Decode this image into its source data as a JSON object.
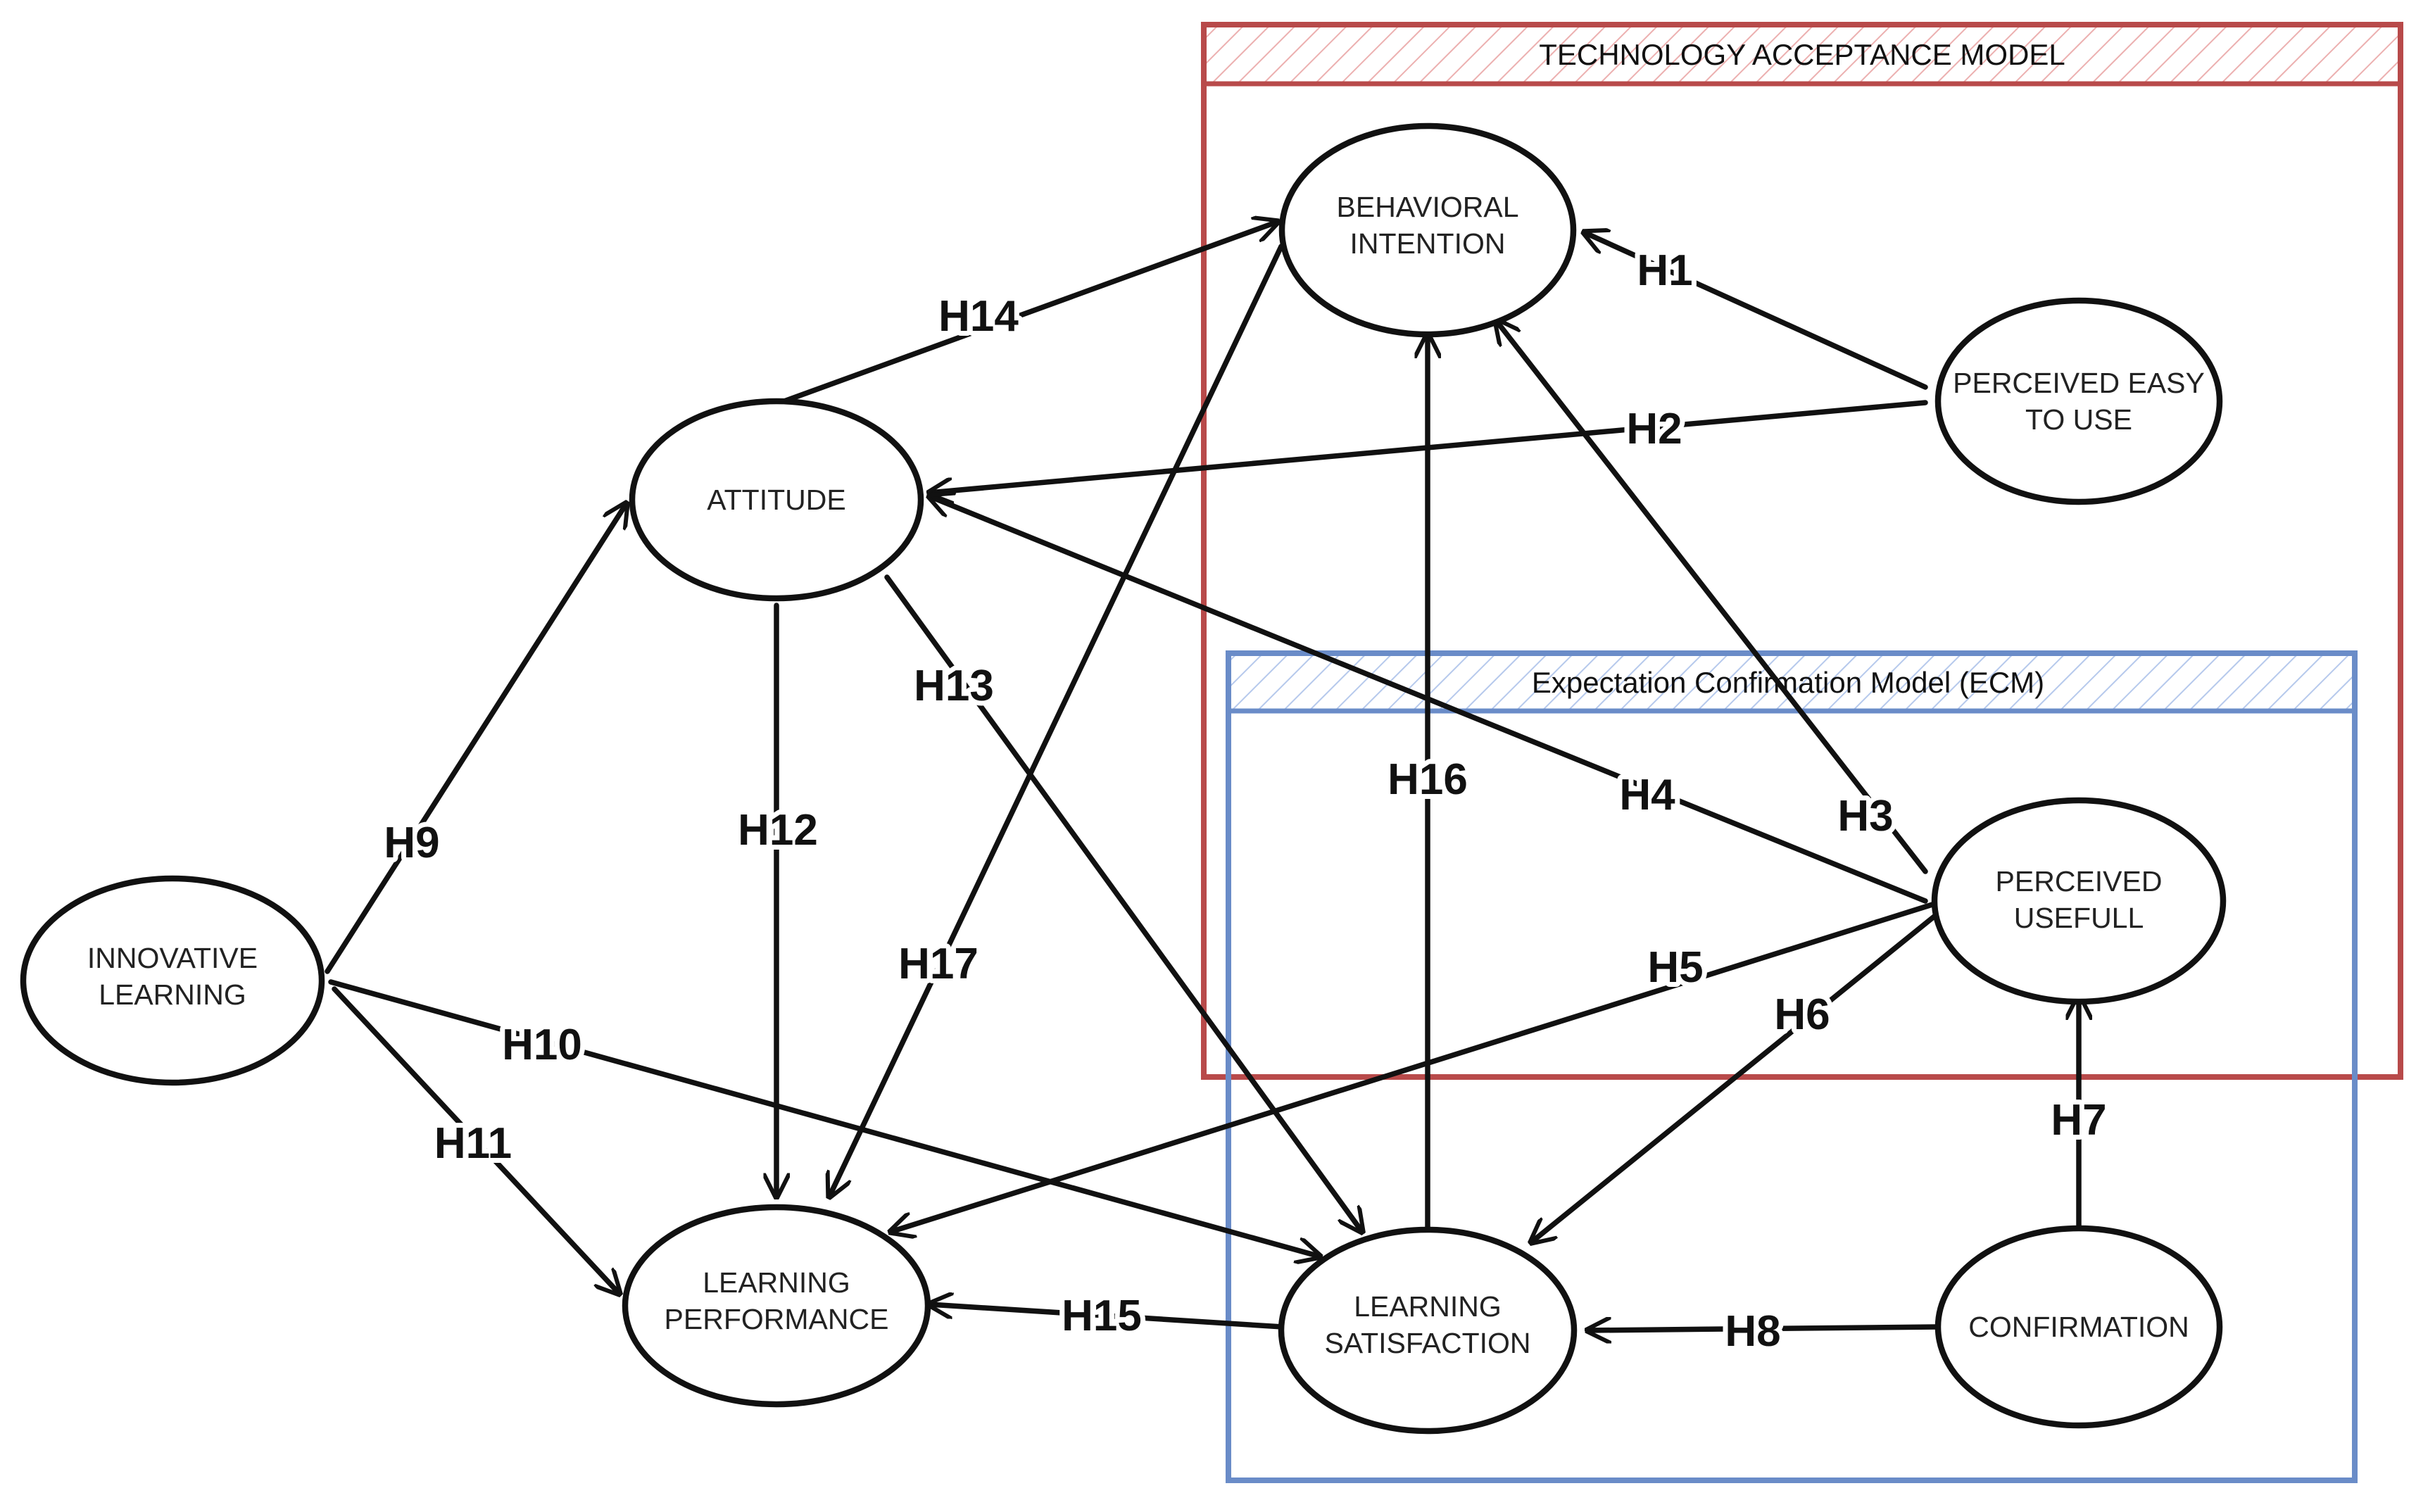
{
  "colors": {
    "tam_border": "#b84a4a",
    "tam_hatch": "#ecb0b0",
    "ecm_border": "#6a8cc8",
    "ecm_hatch": "#b6c9ec",
    "stroke": "#111111",
    "node_fill": "#ffffff"
  },
  "groups": {
    "tam": {
      "title": "TECHNOLOGY ACCEPTANCE MODEL"
    },
    "ecm": {
      "title": "Expectation Confirmation Model (ECM)"
    }
  },
  "nodes": {
    "behavioral_intention": {
      "lines": [
        "BEHAVIORAL",
        "INTENTION"
      ]
    },
    "perceived_easy_to_use": {
      "lines": [
        "PERCEIVED EASY",
        "TO USE"
      ]
    },
    "attitude": {
      "lines": [
        "ATTITUDE"
      ]
    },
    "perceived_usefull": {
      "lines": [
        "PERCEIVED",
        "USEFULL"
      ]
    },
    "innovative_learning": {
      "lines": [
        "INNOVATIVE",
        "LEARNING"
      ]
    },
    "learning_performance": {
      "lines": [
        "LEARNING",
        "PERFORMANCE"
      ]
    },
    "learning_satisfaction": {
      "lines": [
        "LEARNING",
        "SATISFACTION"
      ]
    },
    "confirmation": {
      "lines": [
        "CONFIRMATION"
      ]
    }
  },
  "hypotheses": {
    "h1": "H1",
    "h2": "H2",
    "h3": "H3",
    "h4": "H4",
    "h5": "H5",
    "h6": "H6",
    "h7": "H7",
    "h8": "H8",
    "h9": "H9",
    "h10": "H10",
    "h11": "H11",
    "h12": "H12",
    "h13": "H13",
    "h14": "H14",
    "h15": "H15",
    "h16": "H16",
    "h17": "H17"
  }
}
